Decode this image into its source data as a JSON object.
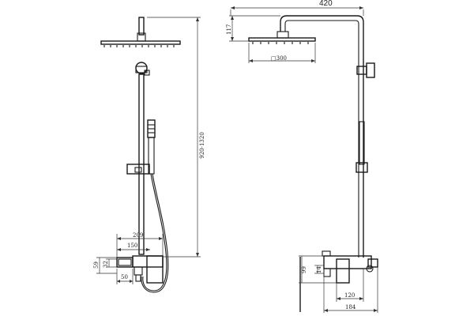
{
  "dimensions": {
    "front": {
      "height_range": "920-1320",
      "spout_reach_209": "209",
      "spout_reach_150": "150",
      "width_50": "50",
      "height_59": "59",
      "height_32": "32"
    },
    "side": {
      "arm_width": "420",
      "head_drop": "117",
      "head_size": "□300",
      "height_99": "99",
      "height_14": "14",
      "depth_120": "120",
      "depth_184": "184"
    }
  }
}
